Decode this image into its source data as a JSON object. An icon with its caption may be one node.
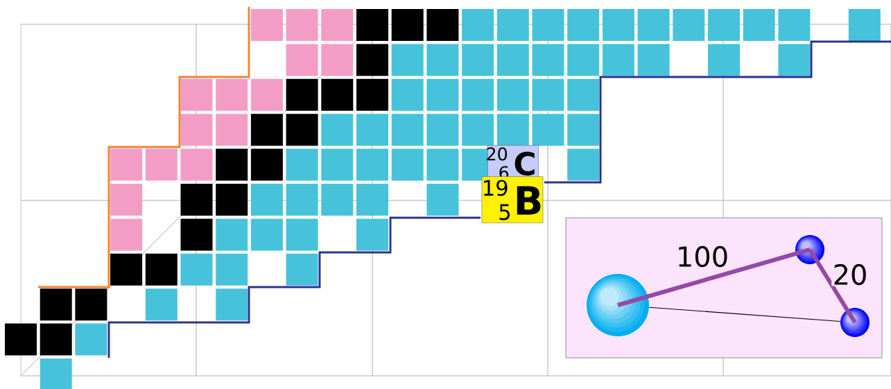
{
  "diagram": {
    "nodes": [
      {
        "text": [
          "20",
          "6",
          "C"
        ]
      },
      {
        "text": [
          "19",
          "5",
          "B"
        ]
      },
      {
        "text": [],
        "shape": "box"
      },
      {
        "text": [],
        "shape": "circle",
        "in": 2
      },
      {
        "text": [],
        "shape": "circle",
        "in": 2
      },
      {
        "text": [],
        "shape": "circle",
        "in": 2
      }
    ],
    "edges": [
      {
        "from": 3,
        "to": 4,
        "arrow": "none",
        "label": "100"
      },
      {
        "from": 4,
        "to": 5,
        "arrow": "none",
        "label": "20"
      },
      {
        "from": 3,
        "to": 5,
        "arrow": "none",
        "color": "#000000"
      }
    ]
  }
}
